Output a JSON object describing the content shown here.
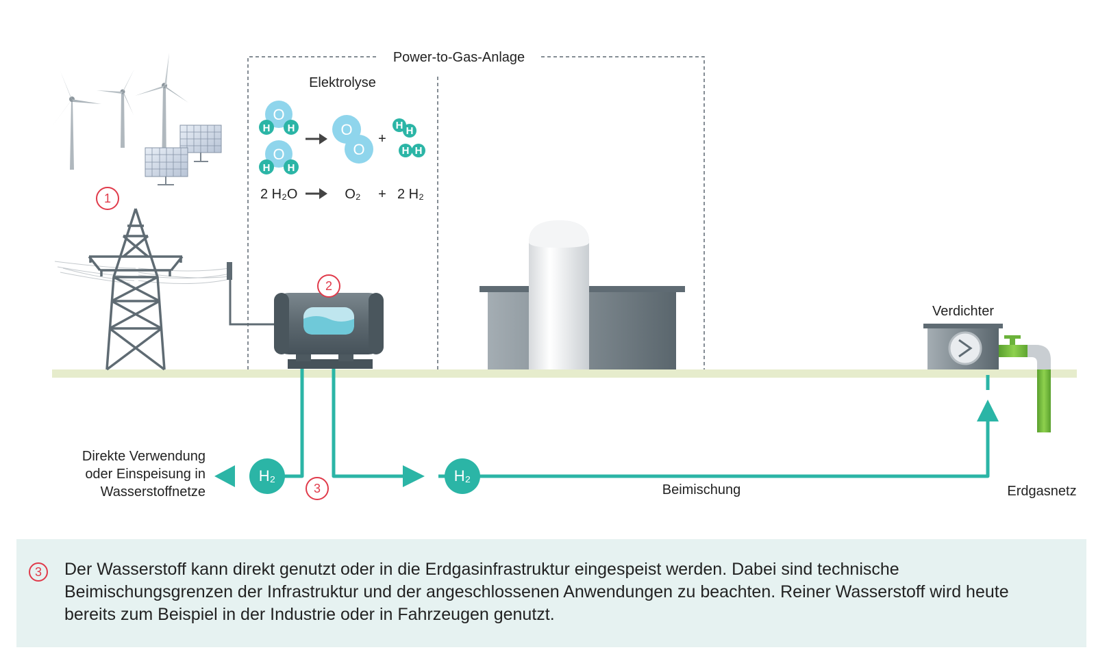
{
  "labels": {
    "plant": "Power-to-Gas-Anlage",
    "electrolysis": "Elektrolyse",
    "compressor": "Verdichter",
    "direct_use": [
      "Direkte Verwendung",
      "oder Einspeisung in",
      "Wasserstoffnetze"
    ],
    "admixture": "Beimischung",
    "gas_grid": "Erdgasnetz"
  },
  "equation": {
    "reactant": "2 H₂O",
    "product_1": "O₂",
    "plus": "+",
    "product_2": "2 H₂"
  },
  "molecules": {
    "oxygen": "O",
    "hydrogen": "H",
    "h2_bubble": "H₂"
  },
  "markers": [
    "1",
    "2",
    "3"
  ],
  "note": {
    "marker": "3",
    "text": "Der Wasserstoff kann direkt genutzt oder in die Erdgasinfrastruktur eingespeist werden. Dabei sind technische Beimischungsgrenzen der Infrastruktur und der angeschlossenen Anwendungen zu beachten. Reiner Wasserstoff wird heute bereits zum Beispiel in der Industrie oder in Fahrzeugen genutzt."
  },
  "colors": {
    "hydrogen_teal": "#2bb5a6",
    "oxygen_blue": "#8fd5ec",
    "marker_red": "#e03a4a",
    "ground": "#e6eccc",
    "pipe_green": "#7cc242",
    "machine_gray": "#5f6b73",
    "note_bg": "#e6f2f1"
  }
}
